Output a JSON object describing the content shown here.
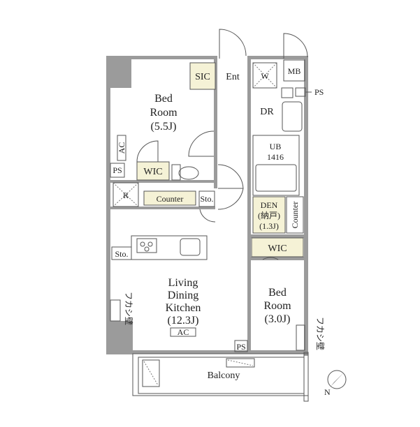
{
  "rooms": {
    "bedroom1": {
      "name": "Bed",
      "name2": "Room",
      "size": "(5.5J)"
    },
    "bedroom2": {
      "name": "Bed",
      "name2": "Room",
      "size": "(3.0J)"
    },
    "ldk": {
      "line1": "Living",
      "line2": "Dining",
      "line3": "Kitchen",
      "size": "(12.3J)"
    },
    "den": {
      "name": "DEN",
      "sub": "(納戸)",
      "size": "(1.3J)"
    },
    "ub": {
      "name": "UB",
      "size": "1416"
    }
  },
  "labels": {
    "sic": "SIC",
    "ent": "Ent",
    "mb": "MB",
    "ps": "PS",
    "dr": "DR",
    "wic": "WIC",
    "counter": "Counter",
    "sto": "Sto.",
    "ac": "AC",
    "balcony": "Balcony",
    "fukashi": "フカシ壁",
    "w": "W",
    "r": "R",
    "n": "N"
  }
}
